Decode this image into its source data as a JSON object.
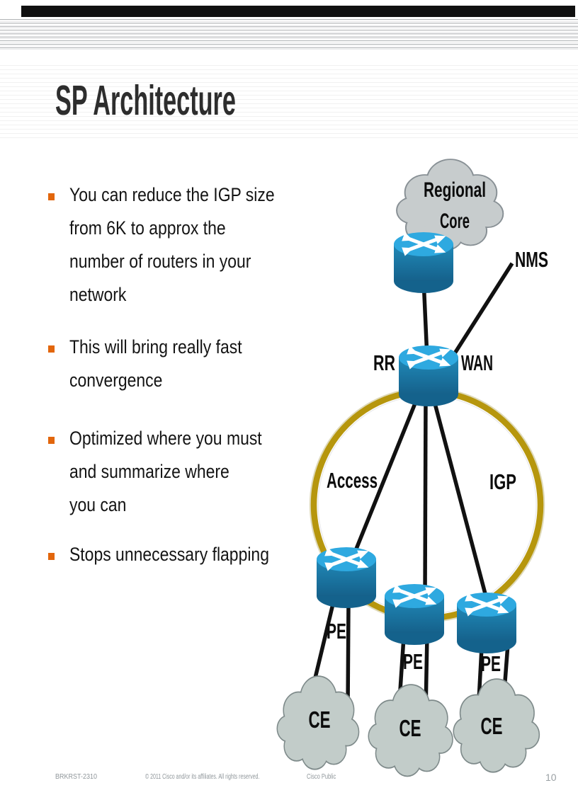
{
  "colors": {
    "bullet_orange": "#e2660c",
    "ring_gold": "#b6960d",
    "line_black": "#111111",
    "router_top": "#2ea9e0",
    "router_body": "#1d7fae",
    "router_shadow": "#14628c",
    "cloud_fill": "#c7cccd",
    "cloud_stroke": "#889095",
    "ce_cloud_fill": "#c2ccc9",
    "ce_cloud_stroke": "#7e8a8a",
    "title_gray": "#2d2d2d",
    "footer_gray": "#8f969a"
  },
  "slide": {
    "title": "SP Architecture",
    "bullets": [
      {
        "lines": [
          "You can reduce the IGP size",
          "from 6K to approx the",
          "number of routers in your",
          "network"
        ]
      },
      {
        "lines": [
          "This will bring really fast",
          "convergence"
        ]
      },
      {
        "lines": [
          "Optimized where you must",
          "and summarize where",
          "you can"
        ]
      },
      {
        "lines": [
          "Stops unnecessary flapping"
        ]
      }
    ],
    "footer": {
      "session_id": "BRKRST-2310",
      "copyright": "© 2011 Cisco and/or its affiliates. All rights reserved.",
      "classification": "Cisco Public",
      "page_number": "10"
    }
  },
  "diagram": {
    "core_cloud": {
      "line1": "Regional",
      "line2": "Core"
    },
    "labels": {
      "nms": "NMS",
      "rr": "RR",
      "wan": "WAN",
      "access": "Access",
      "igp": "IGP"
    },
    "pe_labels": [
      "PE",
      "PE",
      "PE"
    ],
    "ce_labels": [
      "CE",
      "CE",
      "CE"
    ]
  }
}
